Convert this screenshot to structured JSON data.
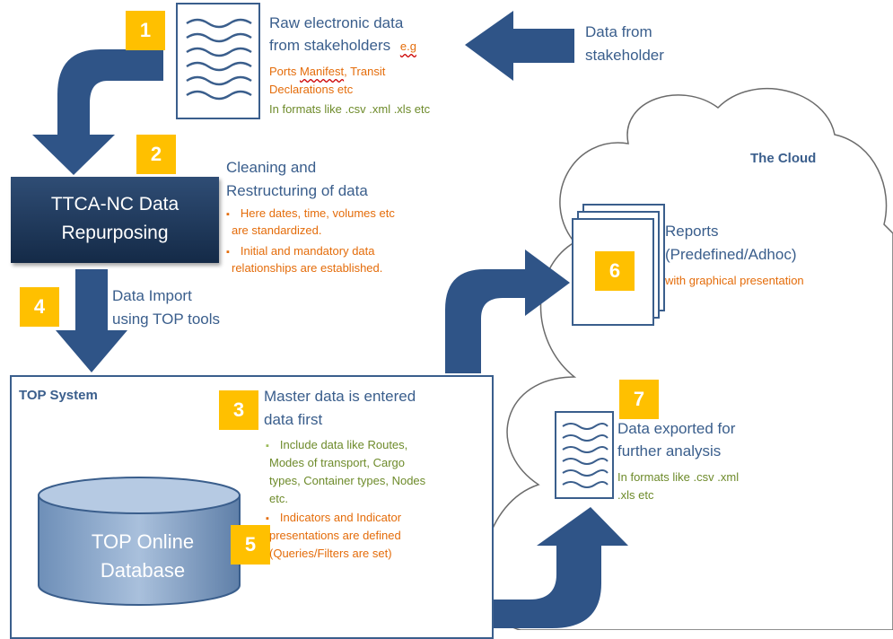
{
  "step_numbers": [
    "1",
    "2",
    "3",
    "4",
    "5",
    "6",
    "7"
  ],
  "step1": {
    "title_line1": "Raw electronic data",
    "title_line2": "from stakeholders",
    "eg": "e.g",
    "detail_line1_part1": "Ports ",
    "detail_line1_part2": "Manifest",
    "detail_line1_part3": ", Transit",
    "detail_line2": "Declarations etc",
    "formats": "In formats like .csv .xml .xls etc"
  },
  "data_from_stakeholder": {
    "line1": "Data from",
    "line2": "stakeholder"
  },
  "step2": {
    "title_line1": "Cleaning and",
    "title_line2": "Restructuring of data",
    "bullet1_line1": "Here dates, time, volumes etc",
    "bullet1_line2": "are standardized.",
    "bullet2_line1": "Initial and mandatory data",
    "bullet2_line2": "relationships are established."
  },
  "repurposing_box": {
    "line1": "TTCA-NC Data",
    "line2": "Repurposing"
  },
  "step4": {
    "line1": "Data Import",
    "line2": "using TOP tools"
  },
  "top_system": {
    "label": "TOP System"
  },
  "step3": {
    "title_line1": "Master data is entered",
    "title_line2": "data first",
    "bullet1_line1": "Include data like Routes,",
    "bullet1_line2": "Modes of transport, Cargo",
    "bullet1_line3": "types, Container types, Nodes",
    "bullet1_line4": "etc.",
    "bullet2_line1": "Indicators and Indicator",
    "bullet2_line2": "presentations are defined",
    "bullet2_line3": "(Queries/Filters are set)"
  },
  "database": {
    "line1": "TOP Online",
    "line2": "Database"
  },
  "cloud": {
    "label": "The Cloud"
  },
  "step6": {
    "title_line1": "Reports",
    "title_line2": "(Predefined/Adhoc)",
    "subtitle": "with graphical presentation"
  },
  "step7": {
    "title_line1": "Data exported for",
    "title_line2": "further analysis",
    "formats_line1": "In formats like .csv .xml",
    "formats_line2": ".xls etc"
  },
  "colors": {
    "arrow_blue": "#2f5487",
    "number_yellow": "#ffc000",
    "text_blue": "#3a5e8c",
    "text_orange": "#e46c0a",
    "text_green": "#6e8b2b"
  },
  "icons": [
    "document-icon",
    "report-stack-icon",
    "database-cylinder-icon",
    "cloud-shape",
    "curved-arrow",
    "left-arrow",
    "down-arrow"
  ]
}
